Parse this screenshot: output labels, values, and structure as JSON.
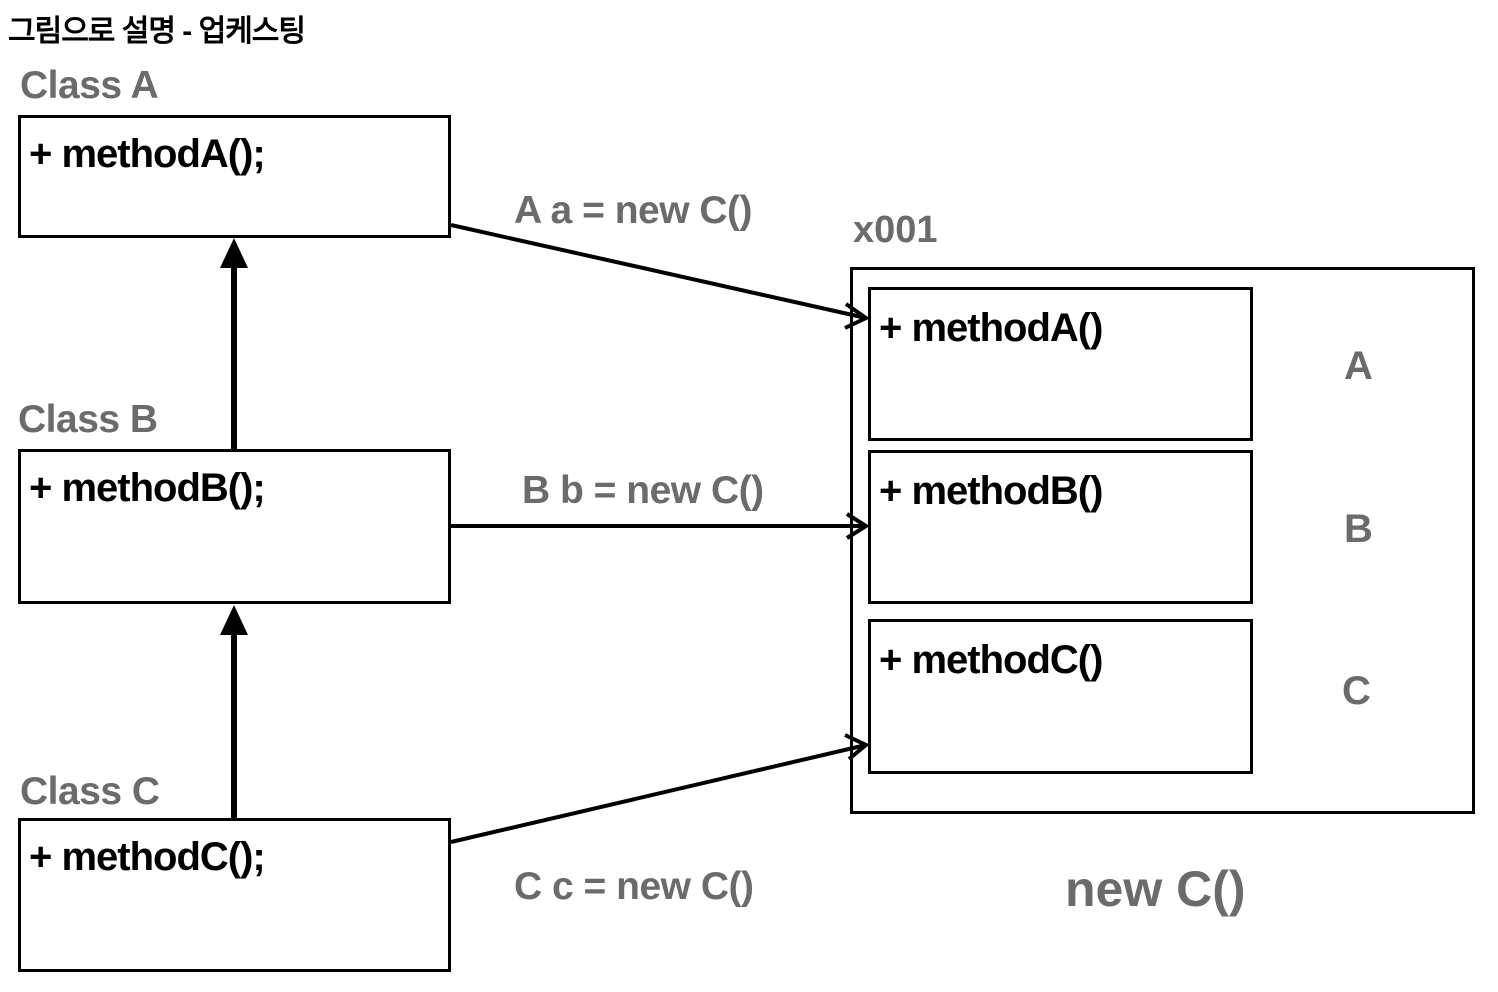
{
  "title": "그림으로 설명 - 업케스팅",
  "classes": [
    {
      "label": "Class A",
      "method": "+ methodA();"
    },
    {
      "label": "Class B",
      "method": "+ methodB();"
    },
    {
      "label": "Class C",
      "method": "+ methodC();"
    }
  ],
  "assignments": {
    "a": "A a = new C()",
    "b": "B b = new C()",
    "c": "C c = new C()"
  },
  "instance": {
    "address": "x001",
    "sections": [
      {
        "method": "+ methodA()",
        "letter": "A"
      },
      {
        "method": "+ methodB()",
        "letter": "B"
      },
      {
        "method": "+ methodC()",
        "letter": "C"
      }
    ],
    "caption": "new C()"
  }
}
